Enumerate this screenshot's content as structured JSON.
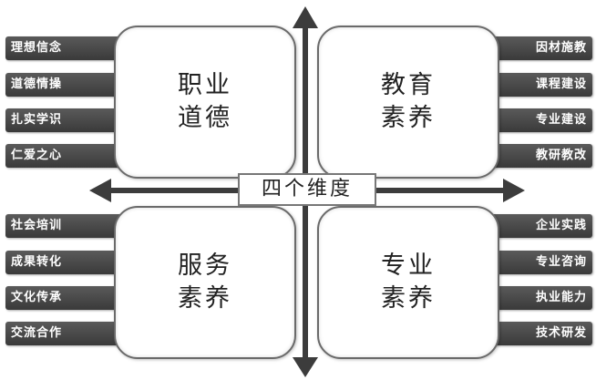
{
  "center_label": "四个维度",
  "quadrants": {
    "top_left": {
      "line1": "职业",
      "line2": "道德",
      "items": [
        "理想信念",
        "道德情操",
        "扎实学识",
        "仁爱之心"
      ]
    },
    "top_right": {
      "line1": "教育",
      "line2": "素养",
      "items": [
        "因材施教",
        "课程建设",
        "专业建设",
        "教研教改"
      ]
    },
    "bottom_left": {
      "line1": "服务",
      "line2": "素养",
      "items": [
        "社会培训",
        "成果转化",
        "文化传承",
        "交流合作"
      ]
    },
    "bottom_right": {
      "line1": "专业",
      "line2": "素养",
      "items": [
        "企业实践",
        "专业咨询",
        "执业能力",
        "技术研发"
      ]
    }
  },
  "colors": {
    "tag_bg": "#4a4a4a",
    "arrow": "#3c3c3c",
    "box_border": "#6a6a6a"
  }
}
